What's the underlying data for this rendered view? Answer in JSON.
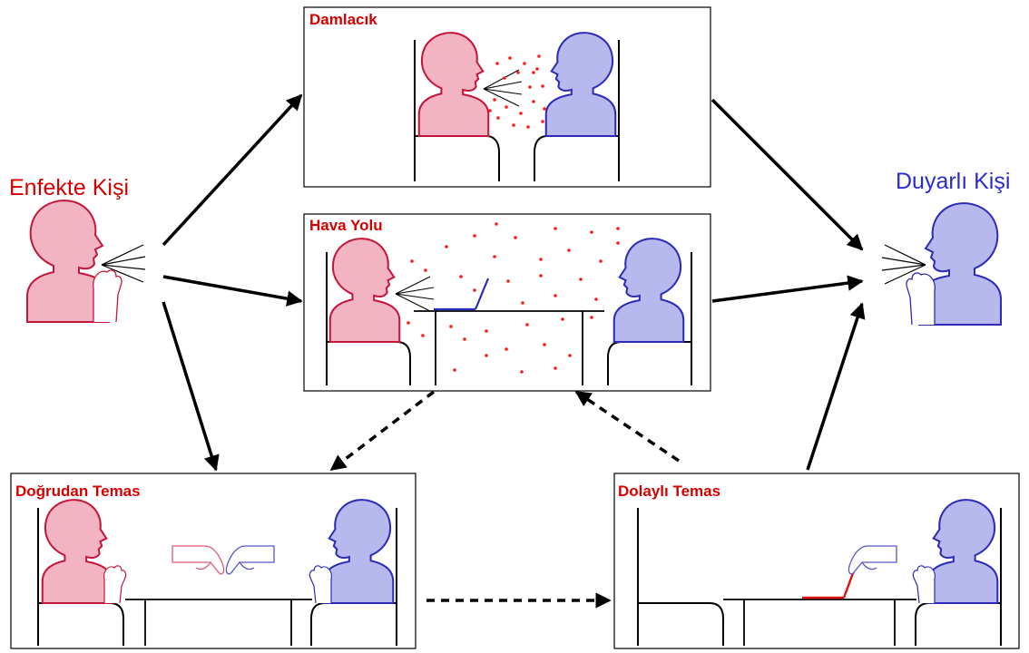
{
  "colors": {
    "infected_fill": "#f2b3c3",
    "infected_stroke": "#c4163a",
    "susceptible_fill": "#b7b8ee",
    "susceptible_stroke": "#2c2bb8",
    "title_red": "#d40000",
    "label_blue": "#2b2bd6",
    "droplet": "#ff1a1a"
  },
  "persons": {
    "infected": {
      "label": "Enfekte Kişi"
    },
    "susceptible": {
      "label": "Duyarlı Kişi"
    }
  },
  "panels": {
    "droplet": {
      "title": "Damlacık"
    },
    "airborne": {
      "title": "Hava Yolu"
    },
    "direct": {
      "title": "Doğrudan Temas"
    },
    "indirect": {
      "title": "Dolaylı Temas"
    }
  },
  "icons": [
    "head-icon",
    "hand-icon",
    "laptop-icon",
    "chair-icon",
    "table-icon",
    "droplet-icon",
    "arrow-icon"
  ]
}
